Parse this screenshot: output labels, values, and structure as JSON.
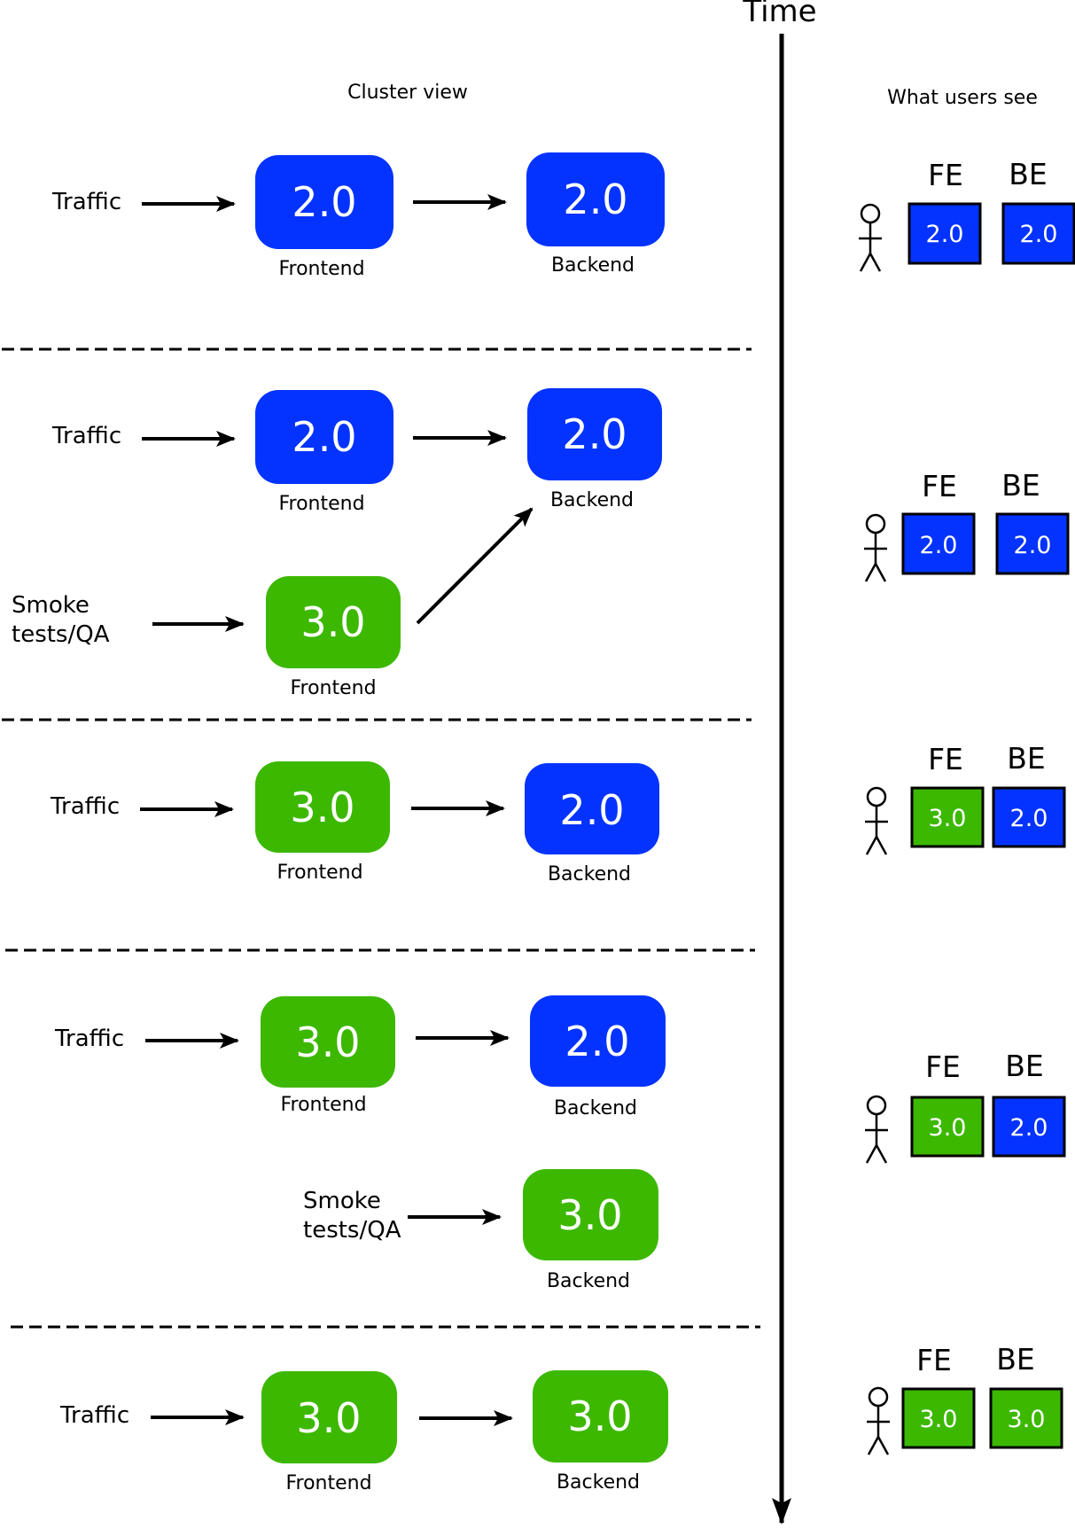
{
  "colors": {
    "v2": "#0433ff",
    "v3": "#3cb800",
    "ink": "#000000",
    "label": "#ffffff"
  },
  "header": {
    "time_label": "Time",
    "cluster_view_label": "Cluster view",
    "users_view_label": "What users see"
  },
  "legend_labels": {
    "fe": "FE",
    "be": "BE"
  },
  "stages": [
    {
      "nodes": [
        {
          "role": "traffic",
          "text": "Traffic"
        },
        {
          "role": "frontend",
          "version": "2.0",
          "color": "v2",
          "caption": "Frontend"
        },
        {
          "role": "backend",
          "version": "2.0",
          "color": "v2",
          "caption": "Backend"
        }
      ],
      "users_see": {
        "fe": "2.0",
        "be": "2.0",
        "fe_color": "v2",
        "be_color": "v2"
      }
    },
    {
      "nodes": [
        {
          "role": "traffic",
          "text": "Traffic"
        },
        {
          "role": "frontend",
          "version": "2.0",
          "color": "v2",
          "caption": "Frontend"
        },
        {
          "role": "backend",
          "version": "2.0",
          "color": "v2",
          "caption": "Backend"
        },
        {
          "role": "qa",
          "text": "Smoke\ntests/QA"
        },
        {
          "role": "frontend-canary",
          "version": "3.0",
          "color": "v3",
          "caption": "Frontend"
        }
      ],
      "users_see": {
        "fe": "2.0",
        "be": "2.0",
        "fe_color": "v2",
        "be_color": "v2"
      }
    },
    {
      "nodes": [
        {
          "role": "traffic",
          "text": "Traffic"
        },
        {
          "role": "frontend",
          "version": "3.0",
          "color": "v3",
          "caption": "Frontend"
        },
        {
          "role": "backend",
          "version": "2.0",
          "color": "v2",
          "caption": "Backend"
        }
      ],
      "users_see": {
        "fe": "3.0",
        "be": "2.0",
        "fe_color": "v3",
        "be_color": "v2"
      }
    },
    {
      "nodes": [
        {
          "role": "traffic",
          "text": "Traffic"
        },
        {
          "role": "frontend",
          "version": "3.0",
          "color": "v3",
          "caption": "Frontend"
        },
        {
          "role": "backend",
          "version": "2.0",
          "color": "v2",
          "caption": "Backend"
        },
        {
          "role": "qa",
          "text": "Smoke\ntests/QA"
        },
        {
          "role": "backend-canary",
          "version": "3.0",
          "color": "v3",
          "caption": "Backend"
        }
      ],
      "users_see": {
        "fe": "3.0",
        "be": "2.0",
        "fe_color": "v3",
        "be_color": "v2"
      }
    },
    {
      "nodes": [
        {
          "role": "traffic",
          "text": "Traffic"
        },
        {
          "role": "frontend",
          "version": "3.0",
          "color": "v3",
          "caption": "Frontend"
        },
        {
          "role": "backend",
          "version": "3.0",
          "color": "v3",
          "caption": "Backend"
        }
      ],
      "users_see": {
        "fe": "3.0",
        "be": "3.0",
        "fe_color": "v3",
        "be_color": "v3"
      }
    }
  ]
}
